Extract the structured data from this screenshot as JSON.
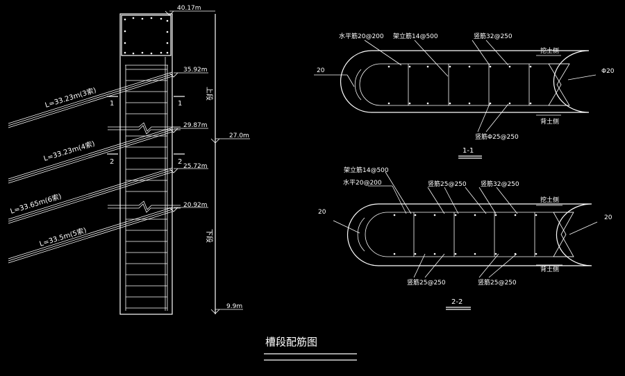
{
  "elevation": {
    "top": "40.17m",
    "lv1": "35.92m",
    "lv2": "29.87m",
    "lv3": "27.0m",
    "lv4": "25.72m",
    "lv5": "20.92m",
    "bottom": "9.9m",
    "upper": "上段",
    "lower": "下段",
    "sec1": "1",
    "sec2": "2",
    "anchors": [
      "L=33.23m(3索)",
      "L=33.23m(4索)",
      "L=33.65m(6索)",
      "L=33.5m(5索)"
    ]
  },
  "sec11": {
    "t1": "水平筋20@200",
    "t2": "架立筋14@500",
    "t3": "竖筋32@250",
    "t4": "挖土侧",
    "t5": "Φ20",
    "t6": "20",
    "t7": "竖筋Φ25@250",
    "t8": "背土侧",
    "title": "1-1"
  },
  "sec22": {
    "t1": "架立筋14@500",
    "t2": "水平20@200",
    "t3": "竖筋25@250",
    "t4": "竖筋32@250",
    "t5": "挖土侧",
    "t6": "20",
    "t7": "20",
    "t8": "竖筋25@250",
    "t9": "竖筋25@250",
    "t10": "背土侧",
    "title": "2-2"
  },
  "drawing_title": "槽段配筋图"
}
